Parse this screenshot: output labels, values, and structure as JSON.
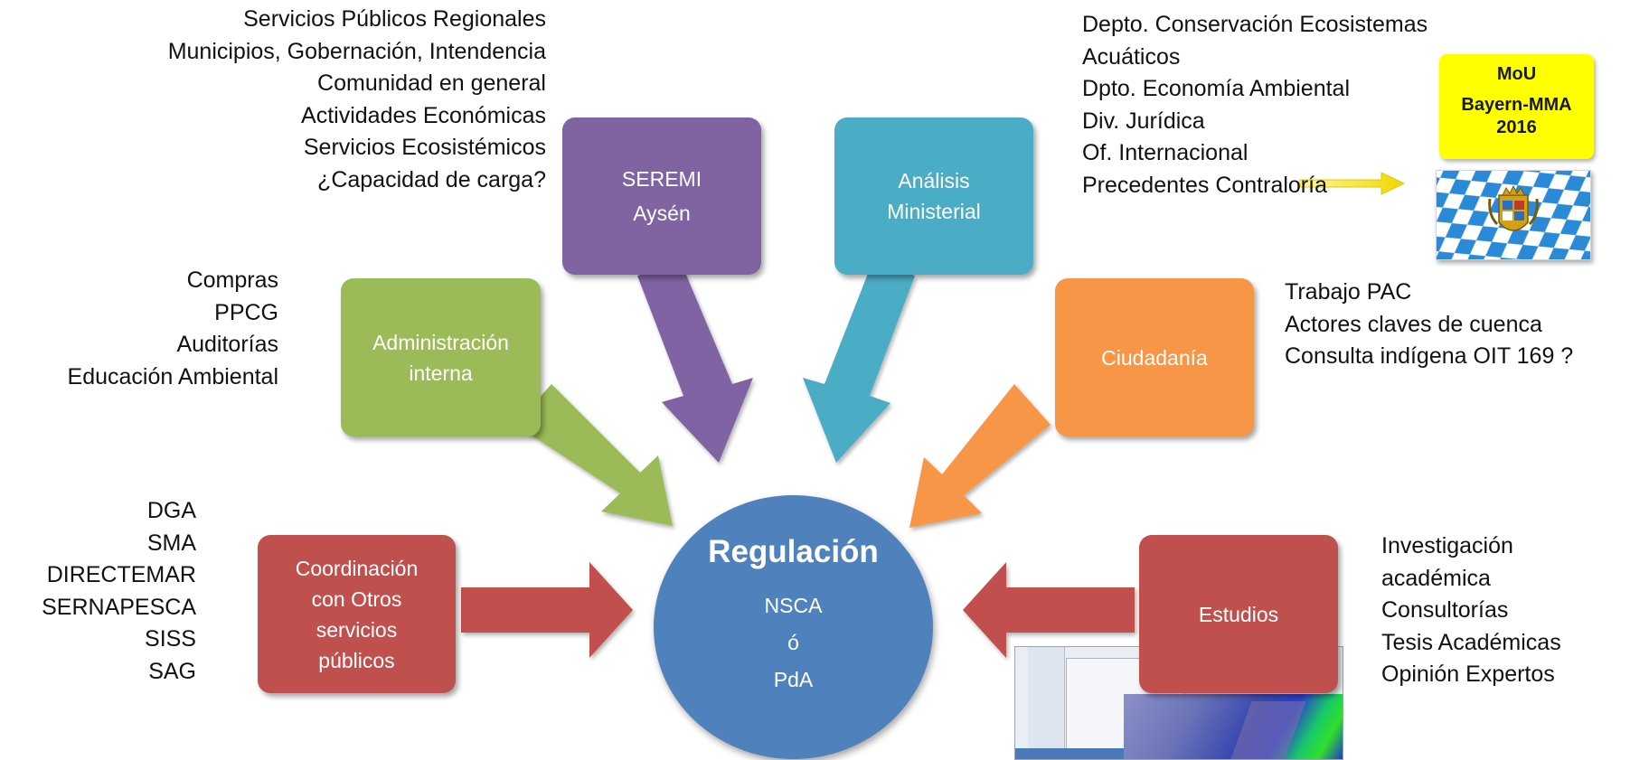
{
  "center": {
    "title": "Regulación",
    "line1": "NSCA",
    "line2": "ó",
    "line3": "PdA"
  },
  "boxes": {
    "seremi": {
      "line1": "SEREMI",
      "line2": "Aysén",
      "color": "#8064a2"
    },
    "analisis": {
      "line1": "Análisis",
      "line2": "Ministerial",
      "color": "#4bacc6"
    },
    "administracion": {
      "line1": "Administración",
      "line2": "interna",
      "color": "#9bbb59"
    },
    "ciudadania": {
      "line1": "Ciudadanía",
      "color": "#f79646"
    },
    "coordinacion": {
      "line1": "Coordinación",
      "line2": "con Otros",
      "line3": "servicios",
      "line4": "públicos",
      "color": "#c0504d"
    },
    "estudios": {
      "line1": "Estudios",
      "color": "#c0504d"
    }
  },
  "lists": {
    "seremi_items": [
      "Servicios Públicos Regionales",
      "Municipios, Gobernación, Intendencia",
      "Comunidad en general",
      "Actividades Económicas",
      "Servicios Ecosistémicos",
      "¿Capacidad de carga?"
    ],
    "ministerial_items": [
      "Depto. Conservación Ecosistemas",
      "Acuáticos",
      "Dpto. Economía Ambiental",
      "Div. Jurídica",
      "Of. Internacional",
      "Precedentes Contraloría"
    ],
    "admin_items": [
      "Compras",
      "PPCG",
      "Auditorías",
      "Educación Ambiental"
    ],
    "ciudadania_items": [
      "Trabajo PAC",
      "Actores claves de cuenca",
      "Consulta indígena OIT 169 ?"
    ],
    "coordinacion_items": [
      "DGA",
      "SMA",
      "DIRECTEMAR",
      "SERNAPESCA",
      "SISS",
      "SAG"
    ],
    "estudios_items": [
      "Investigación",
      "académica",
      "Consultorías",
      "Tesis Académicas",
      "Opinión Expertos"
    ]
  },
  "mou": {
    "line1": "MoU",
    "line2": "Bayern-MMA",
    "line3": "2016"
  },
  "colors": {
    "center": "#4f81bd",
    "purple": "#8064a2",
    "teal": "#4bacc6",
    "green": "#9bbb59",
    "orange": "#f79646",
    "red": "#c0504d",
    "pointer": "#f5e61a"
  }
}
